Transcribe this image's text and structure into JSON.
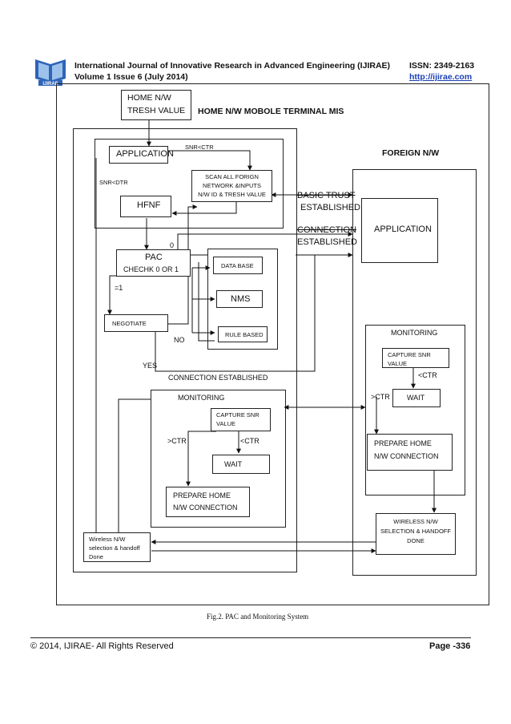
{
  "header": {
    "journal": "International Journal of Innovative Research in Advanced Engineering (IJIRAE)",
    "volume": "Volume 1 Issue 6 (July 2014)",
    "issn": "ISSN: 2349-2163",
    "url": "http://ijirae.com",
    "logo_text": "IJIRAE"
  },
  "diagram": {
    "home_tresh": [
      "HOME N/W",
      "TRESH VALUE"
    ],
    "home_title": "HOME N/W MOBOLE TERMINAL MIS",
    "foreign_title": "FOREIGN N/W",
    "application": "APPLICATION",
    "snr_ctr": "SNR<CTR",
    "snr_dtr": "SNR<DTR",
    "scan": [
      "SCAN ALL FORIGN",
      "NETWORK &INPUTS",
      "N/W ID & TRESH VALUE"
    ],
    "hfnf": "HFNF",
    "basic_trust": [
      "BASIC TRUST",
      "ESTABLISHED"
    ],
    "connection_established_right": [
      "CONNECTION",
      "ESTABLISHED"
    ],
    "foreign_application": "APPLICATION",
    "zero": "0",
    "pac": "PAC",
    "pac_check": "CHECHK   0 OR 1",
    "database": "DATA BASE",
    "nms": "NMS",
    "rule_based": "RULE BASED",
    "eq1": "=1",
    "negotiate": "NEGOTIATE",
    "no": "NO",
    "yes": "YES",
    "connection_established": "CONNECTION ESTABLISHED",
    "home_monitoring": {
      "title": "MONITORING",
      "capture": [
        "CAPTURE SNR",
        "VALUE"
      ],
      "gt_ctr": ">CTR",
      "lt_ctr": "<CTR",
      "wait": "WAIT",
      "prepare": [
        "PREPARE HOME",
        "N/W CONNECTION"
      ]
    },
    "foreign_monitoring": {
      "title": "MONITORING",
      "capture": [
        "CAPTURE SNR",
        "VALUE"
      ],
      "lt_ctr": "<CTR",
      "gt_ctr": ">CTR",
      "wait": "WAIT",
      "prepare": [
        "PREPARE HOME",
        "N/W CONNECTION"
      ]
    },
    "wireless_home": [
      "Wireless N/W",
      "selection & handoff",
      "Done"
    ],
    "wireless_foreign": [
      "WIRELESS N/W",
      "SELECTION & HANDOFF",
      "DONE"
    ]
  },
  "caption": "Fig.2. PAC and Monitoring System",
  "footer": {
    "copyright": "© 2014, IJIRAE- All Rights Reserved",
    "page": "Page -336"
  },
  "colors": {
    "link": "#1a3fb3",
    "logo": "#2f64b8"
  }
}
